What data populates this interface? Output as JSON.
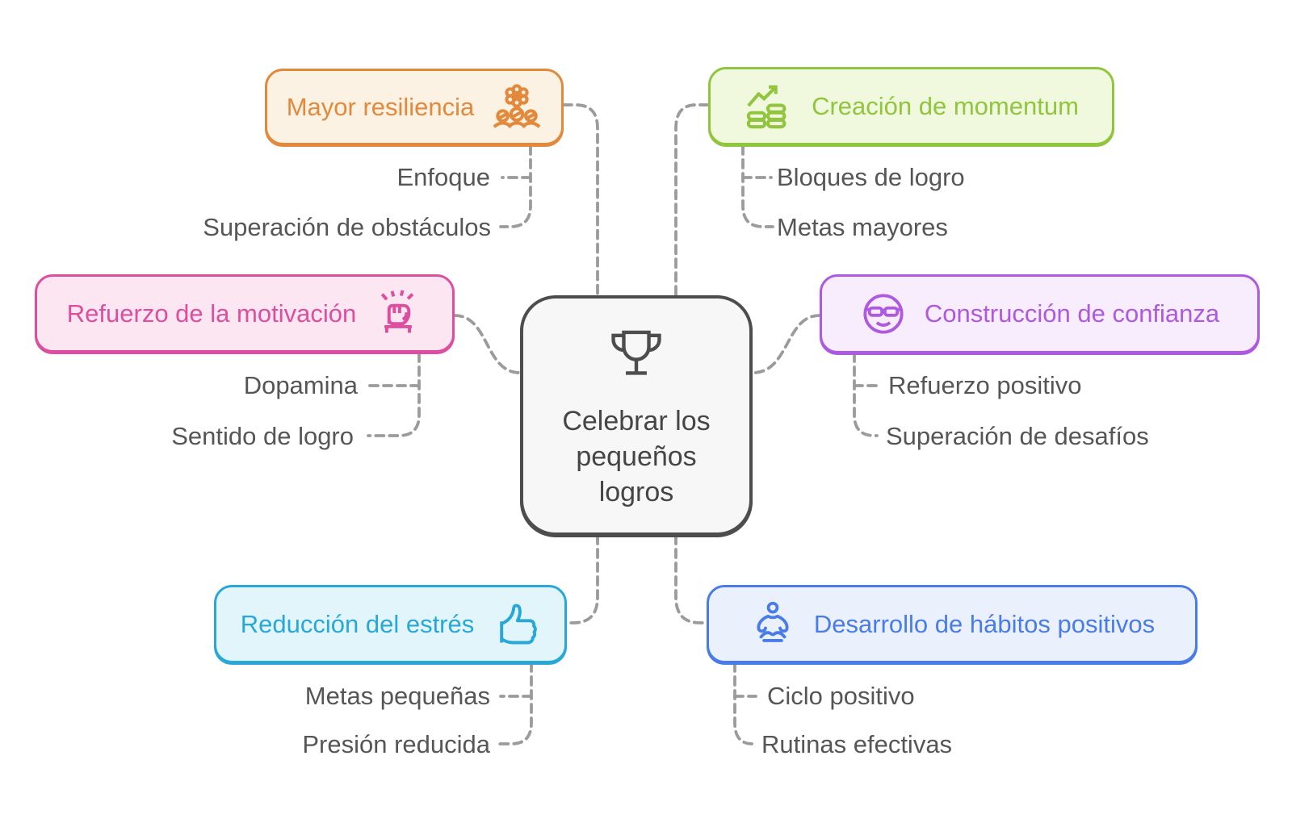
{
  "diagram": {
    "center": {
      "label": "Celebrar los pequeños logros",
      "icon": "trophy-icon"
    },
    "branches": [
      {
        "label": "Mayor resiliencia",
        "icon": "team-gear-icon",
        "accent": "#E2893B",
        "bg": "#FCF2E4",
        "side": "left",
        "children": [
          "Enfoque",
          "Superación de obstáculos"
        ]
      },
      {
        "label": "Creación de momentum",
        "icon": "growth-chart-icon",
        "accent": "#90C53D",
        "bg": "#F0F8DD",
        "side": "right",
        "children": [
          "Bloques de logro",
          "Metas mayores"
        ]
      },
      {
        "label": "Refuerzo de la motivación",
        "icon": "raised-fist-icon",
        "accent": "#DD4F9E",
        "bg": "#FBE6F2",
        "side": "left",
        "children": [
          "Dopamina",
          "Sentido de logro"
        ]
      },
      {
        "label": "Construcción de confianza",
        "icon": "cool-face-icon",
        "accent": "#AE59DF",
        "bg": "#F7EDFC",
        "side": "right",
        "children": [
          "Refuerzo positivo",
          "Superación de desafíos"
        ]
      },
      {
        "label": "Reducción del estrés",
        "icon": "thumbs-up-icon",
        "accent": "#28A8D6",
        "bg": "#E2F5FB",
        "side": "left",
        "children": [
          "Metas pequeñas",
          "Presión reducida"
        ]
      },
      {
        "label": "Desarrollo de hábitos positivos",
        "icon": "meditation-icon",
        "accent": "#4A7CE8",
        "bg": "#EAF1FD",
        "side": "right",
        "children": [
          "Ciclo positivo",
          "Rutinas efectivas"
        ]
      }
    ],
    "colors": {
      "connector": "#9B9B9B",
      "child_text": "#565656",
      "center_border": "#4D4D4D",
      "center_bg": "#F7F7F7",
      "center_text": "#454545"
    }
  }
}
